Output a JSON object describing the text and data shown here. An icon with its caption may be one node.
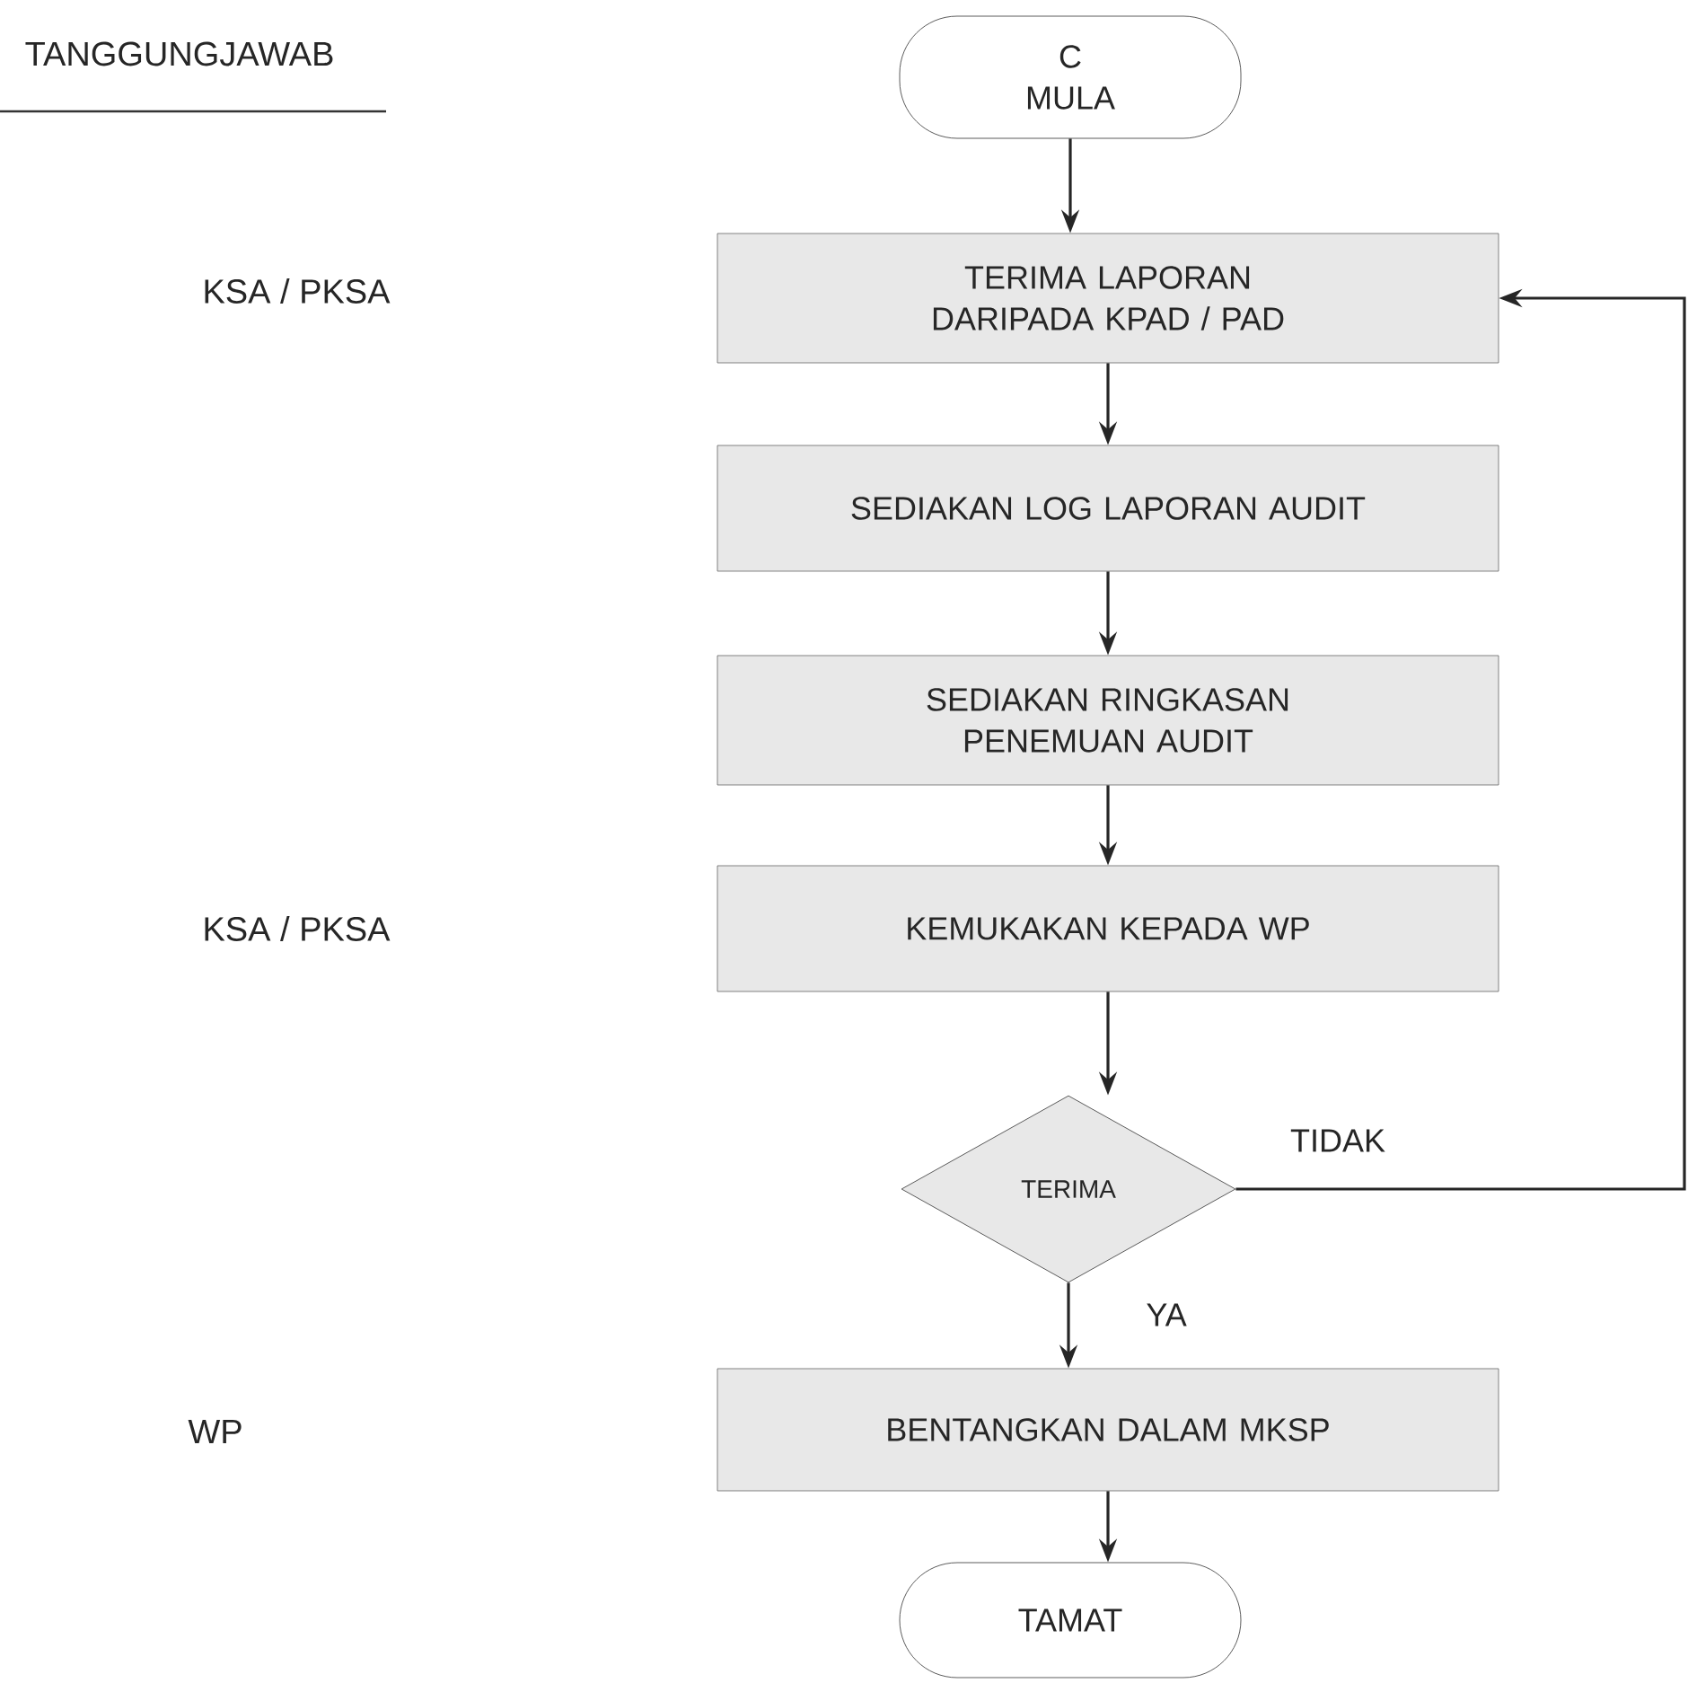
{
  "diagram": {
    "nodes": [
      {
        "text": [
          "C",
          "MULA"
        ]
      },
      {
        "text": [
          "TERIMA LAPORAN DARIPADA KPAD / PAD"
        ]
      },
      {
        "text": [
          "SEDIAKAN LOG LAPORAN AUDIT"
        ]
      },
      {
        "text": [
          "SEDIAKAN RINGKASAN PENEMUAN AUDIT"
        ]
      },
      {
        "text": [
          "KEMUKAKAN KEPADA WP"
        ]
      },
      {
        "text": [
          "TERIMA"
        ]
      },
      {
        "text": [
          "BENTANGKAN DALAM MKSP"
        ]
      },
      {
        "text": [
          "TAMAT"
        ]
      }
    ],
    "edges": [
      {
        "from": 0,
        "to": 1,
        "arrow": "to"
      },
      {
        "from": 1,
        "to": 2,
        "arrow": "to"
      },
      {
        "from": 2,
        "to": 3,
        "arrow": "to"
      },
      {
        "from": 3,
        "to": 4,
        "arrow": "to"
      },
      {
        "from": 4,
        "to": 5,
        "arrow": "to"
      },
      {
        "from": 5,
        "to": 6,
        "arrow": "to",
        "label": "YA"
      },
      {
        "from": 5,
        "to": 1,
        "arrow": "to",
        "label": "TIDAK"
      },
      {
        "from": 6,
        "to": 7,
        "arrow": "to"
      }
    ],
    "labels": [
      "TANGGUNGJAWAB",
      "KSA / PKSA",
      "KSA / PKSA",
      "WP"
    ]
  }
}
